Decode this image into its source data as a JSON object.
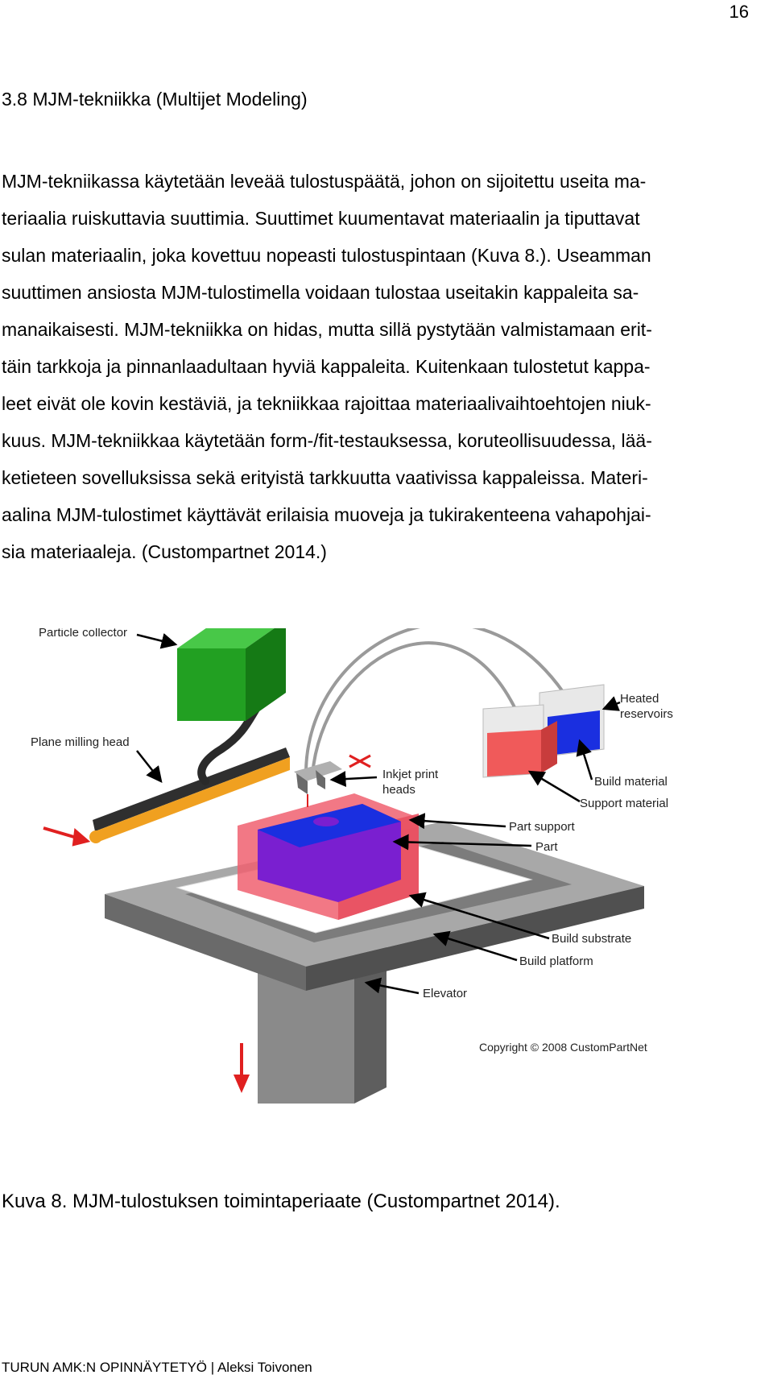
{
  "page_number": "16",
  "heading": "3.8 MJM-tekniikka (Multijet Modeling)",
  "paragraph_lines": [
    "MJM-tekniikassa käytetään leveää tulostuspäätä, johon on sijoitettu useita ma-",
    "teriaalia ruiskuttavia suuttimia. Suuttimet kuumentavat materiaalin ja tiputtavat",
    "sulan materiaalin, joka kovettuu nopeasti tulostuspintaan (Kuva 8.). Useamman",
    "suuttimen ansiosta MJM-tulostimella voidaan tulostaa useitakin kappaleita sa-",
    "manaikaisesti. MJM-tekniikka on hidas, mutta sillä pystytään valmistamaan erit-",
    "täin tarkkoja ja pinnanlaadultaan hyviä kappaleita. Kuitenkaan tulostetut kappa-",
    "leet eivät ole kovin kestäviä, ja tekniikkaa rajoittaa materiaalivaihtoehtojen niuk-",
    "kuus. MJM-tekniikkaa käytetään form-/fit-testauksessa, koruteollisuudessa, lää-",
    "ketieteen sovelluksissa sekä erityistä tarkkuutta vaativissa kappaleissa. Materi-",
    "aalina MJM-tulostimet käyttävät erilaisia muoveja ja tukirakenteena vahapohjai-",
    "sia materiaaleja. (Custompartnet 2014.)"
  ],
  "figure": {
    "labels": {
      "particle_collector": "Particle collector",
      "plane_milling_head": "Plane milling head",
      "inkjet_1": "Inkjet print",
      "inkjet_2": "heads",
      "heated_1": "Heated",
      "heated_2": "reservoirs",
      "build_material": "Build material",
      "support_material": "Support material",
      "part_support": "Part support",
      "part": "Part",
      "build_substrate": "Build substrate",
      "build_platform": "Build platform",
      "elevator": "Elevator"
    },
    "copyright": "Copyright © 2008 CustomPartNet",
    "colors": {
      "collector_green": "#22a022",
      "part_purple": "#7a1fd0",
      "part_blue": "#1a2fe0",
      "support_red": "#f06070",
      "arrow_red": "#e02020",
      "platform_gray": "#6e6e6e"
    }
  },
  "caption": "Kuva 8. MJM-tulostuksen toimintaperiaate (Custompartnet 2014).",
  "footer": "TURUN AMK:N OPINNÄYTETYÖ | Aleksi Toivonen"
}
